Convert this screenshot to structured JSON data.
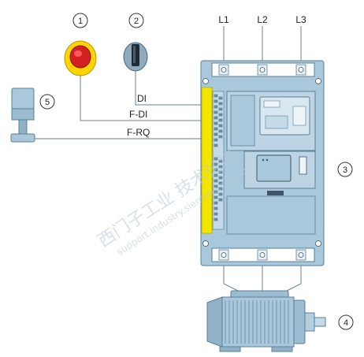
{
  "callouts": {
    "estop": "1",
    "selector": "2",
    "drive": "3",
    "motor": "4",
    "signal_lamp": "5"
  },
  "phases": {
    "l1": "L1",
    "l2": "L2",
    "l3": "L3"
  },
  "signals": {
    "di": "DI",
    "f_di": "F-DI",
    "f_rq": "F-RQ"
  },
  "watermark": {
    "line1": "西门子工业  技术论坛",
    "line2": "support.industry.siemens.com/cs"
  },
  "colors": {
    "drive_blue": "#a9c8dc",
    "drive_stroke": "#5a7f98",
    "safety_yellow": "#f2e600",
    "estop_yellow": "#ffd400",
    "estop_red": "#d42020",
    "wire": "#6a7f8e"
  }
}
